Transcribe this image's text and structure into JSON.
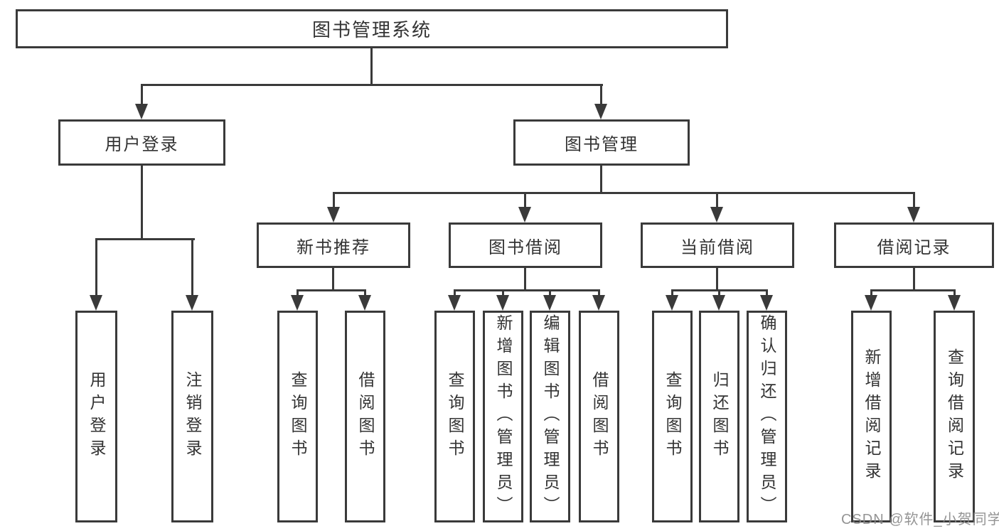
{
  "colors": {
    "line": "#3a3a3a",
    "box_border": "#3a3a3a",
    "text": "#333333",
    "background": "#ffffff",
    "watermark": "#888888"
  },
  "watermark": {
    "text": "CSDN @软件_小贺同学"
  },
  "tree": {
    "root": {
      "label": "图书管理系统"
    },
    "branches": [
      {
        "label": "用户登录",
        "children": [
          {
            "label": "用户登录"
          },
          {
            "label": "注销登录"
          }
        ]
      },
      {
        "label": "图书管理",
        "children": [
          {
            "label": "新书推荐",
            "children": [
              {
                "label": "查询图书"
              },
              {
                "label": "借阅图书"
              }
            ]
          },
          {
            "label": "图书借阅",
            "children": [
              {
                "label": "查询图书"
              },
              {
                "label": "新增图书（管理员）"
              },
              {
                "label": "编辑图书（管理员）"
              },
              {
                "label": "借阅图书"
              }
            ]
          },
          {
            "label": "当前借阅",
            "children": [
              {
                "label": "查询图书"
              },
              {
                "label": "归还图书"
              },
              {
                "label": "确认归还（管理员）"
              }
            ]
          },
          {
            "label": "借阅记录",
            "children": [
              {
                "label": "新增借阅记录"
              },
              {
                "label": "查询借阅记录"
              }
            ]
          }
        ]
      }
    ]
  }
}
